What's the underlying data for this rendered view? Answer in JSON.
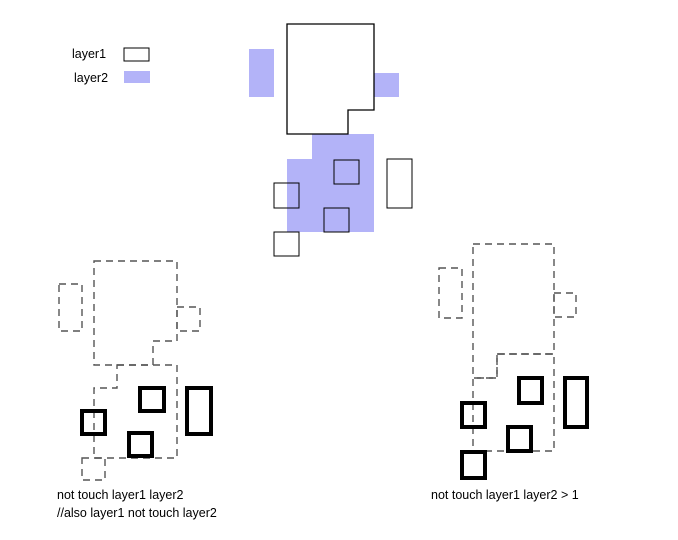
{
  "legend": {
    "layer1_label": "layer1",
    "layer2_label": "layer2",
    "layer1_stroke": "#000000",
    "layer2_fill": "#b3b3f8"
  },
  "captions": {
    "left_line1": "not touch layer1 layer2",
    "left_line2": "//also layer1 not touch layer2",
    "right_line1": "not touch layer1 layer2 > 1"
  }
}
